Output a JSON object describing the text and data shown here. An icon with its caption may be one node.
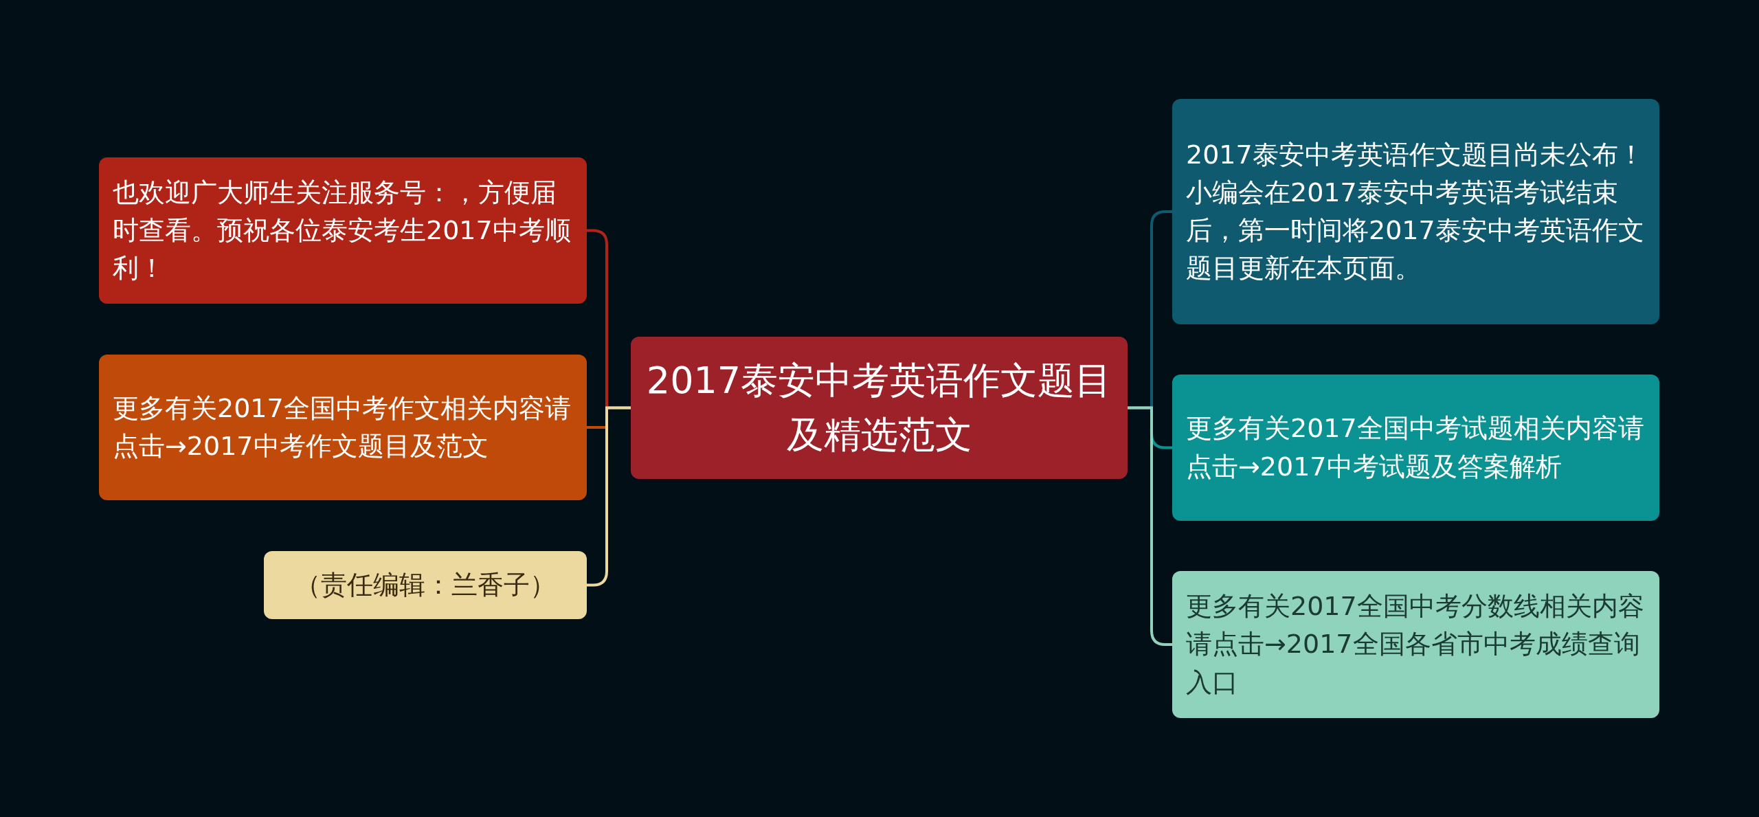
{
  "diagram": {
    "nodes": [
      {
        "text": [
          "2017泰安中考英语作文题目及精选范文"
        ]
      },
      {
        "text": [
          "也欢迎广大师生关注服务号：，方便届时查看。预祝各位泰安考生2017中考顺利！"
        ]
      },
      {
        "text": [
          "更多有关2017全国中考作文相关内容请点击→2017中考作文题目及范文"
        ]
      },
      {
        "text": [
          "（责任编辑：兰香子）"
        ]
      },
      {
        "text": [
          "2017泰安中考英语作文题目尚未公布！小编会在2017泰安中考英语考试结束后，第一时间将2017泰安中考英语作文题目更新在本页面。"
        ]
      },
      {
        "text": [
          "更多有关2017全国中考试题相关内容请点击→2017中考试题及答案解析"
        ]
      },
      {
        "text": [
          "更多有关2017全国中考分数线相关内容请点击→2017全国各省市中考成绩查询入口"
        ]
      }
    ],
    "edges": [
      {
        "from": 0,
        "to": 1,
        "arrow": "none",
        "color": "#b02417"
      },
      {
        "from": 0,
        "to": 2,
        "arrow": "none",
        "color": "#c04a0a"
      },
      {
        "from": 0,
        "to": 3,
        "arrow": "none",
        "color": "#ecd9a0"
      },
      {
        "from": 0,
        "to": 4,
        "arrow": "none",
        "color": "#0f5a6e"
      },
      {
        "from": 0,
        "to": 5,
        "arrow": "none",
        "color": "#0b9292"
      },
      {
        "from": 0,
        "to": 6,
        "arrow": "none",
        "color": "#8fd3bc"
      }
    ]
  }
}
